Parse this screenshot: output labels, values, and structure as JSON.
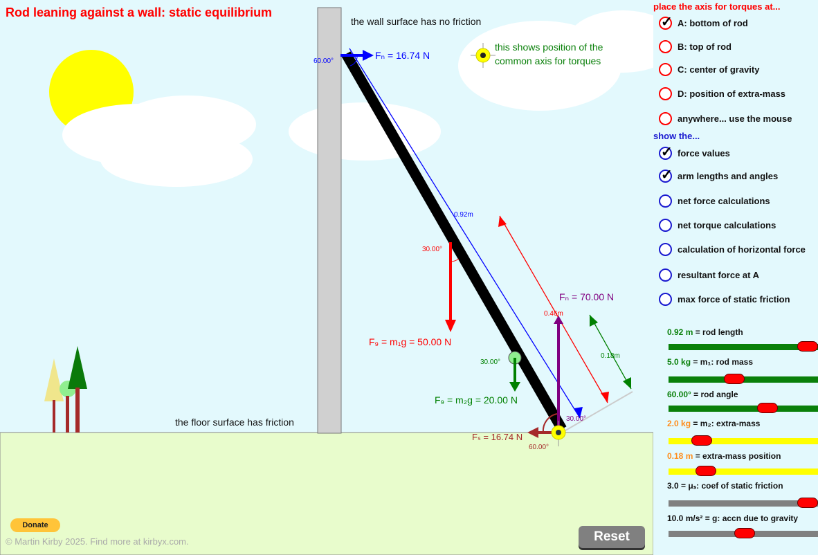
{
  "title": "Rod leaning against a wall: static equilibrium",
  "wall_note": "the wall surface has no friction",
  "floor_note": "the floor surface has friction",
  "axis_note_1": "this shows position of the",
  "axis_note_2": "common axis for torques",
  "labels": {
    "fn_wall": "Fₙ = 16.74 N",
    "angle_top": "60.00°",
    "rod_len": "0.92m",
    "angle_g": "30.00°",
    "fg1": "F₉ = m₁g = 50.00 N",
    "fn_floor": "Fₙ = 70.00 N",
    "half_len": "0.46m",
    "mass_pos": "0.18m",
    "angle_m2": "30.00°",
    "fg2": "F₉ = m₂g = 20.00 N",
    "fs": "Fₛ = 16.74 N",
    "angle_bottom": "30.00°",
    "angle_floor": "60.00°"
  },
  "panel": {
    "axis_header": "place the axis for torques at...",
    "axis_options": [
      {
        "label": "A: bottom of rod",
        "checked": true
      },
      {
        "label": "B: top of rod",
        "checked": false
      },
      {
        "label": "C: center of gravity",
        "checked": false
      },
      {
        "label": "D: position of extra-mass",
        "checked": false
      },
      {
        "label": "anywhere... use the mouse",
        "checked": false
      }
    ],
    "show_header": "show the...",
    "show_options": [
      {
        "label": "force values",
        "checked": true
      },
      {
        "label": "arm lengths and angles",
        "checked": true
      },
      {
        "label": "net force calculations",
        "checked": false
      },
      {
        "label": "net torque calculations",
        "checked": false
      },
      {
        "label": "calculation of horizontal force",
        "checked": false
      },
      {
        "label": "resultant force at A",
        "checked": false
      },
      {
        "label": "max force of static friction",
        "checked": false
      }
    ],
    "sliders": [
      {
        "value": "0.92 m",
        "label": " = rod length",
        "fraction": 0.93
      },
      {
        "value": "5.0 kg",
        "label": " = m₁: rod mass",
        "fraction": 0.44
      },
      {
        "value": "60.00°",
        "label": " = rod angle",
        "fraction": 0.66
      },
      {
        "value": "2.0 kg",
        "label": " = m₂: extra-mass",
        "fraction": 0.22
      },
      {
        "value": "0.18 m",
        "label": " = extra-mass position",
        "fraction": 0.25
      },
      {
        "value": "3.0",
        "label": " = μₛ: coef of static friction",
        "fraction": 0.93
      },
      {
        "value": "10.0 m/s²",
        "label": " = g: accn due to gravity",
        "fraction": 0.51
      }
    ]
  },
  "reset_label": "Reset",
  "donate_label": "Donate",
  "copyright": "© Martin Kirby 2025. Find more at kirbyx.com."
}
